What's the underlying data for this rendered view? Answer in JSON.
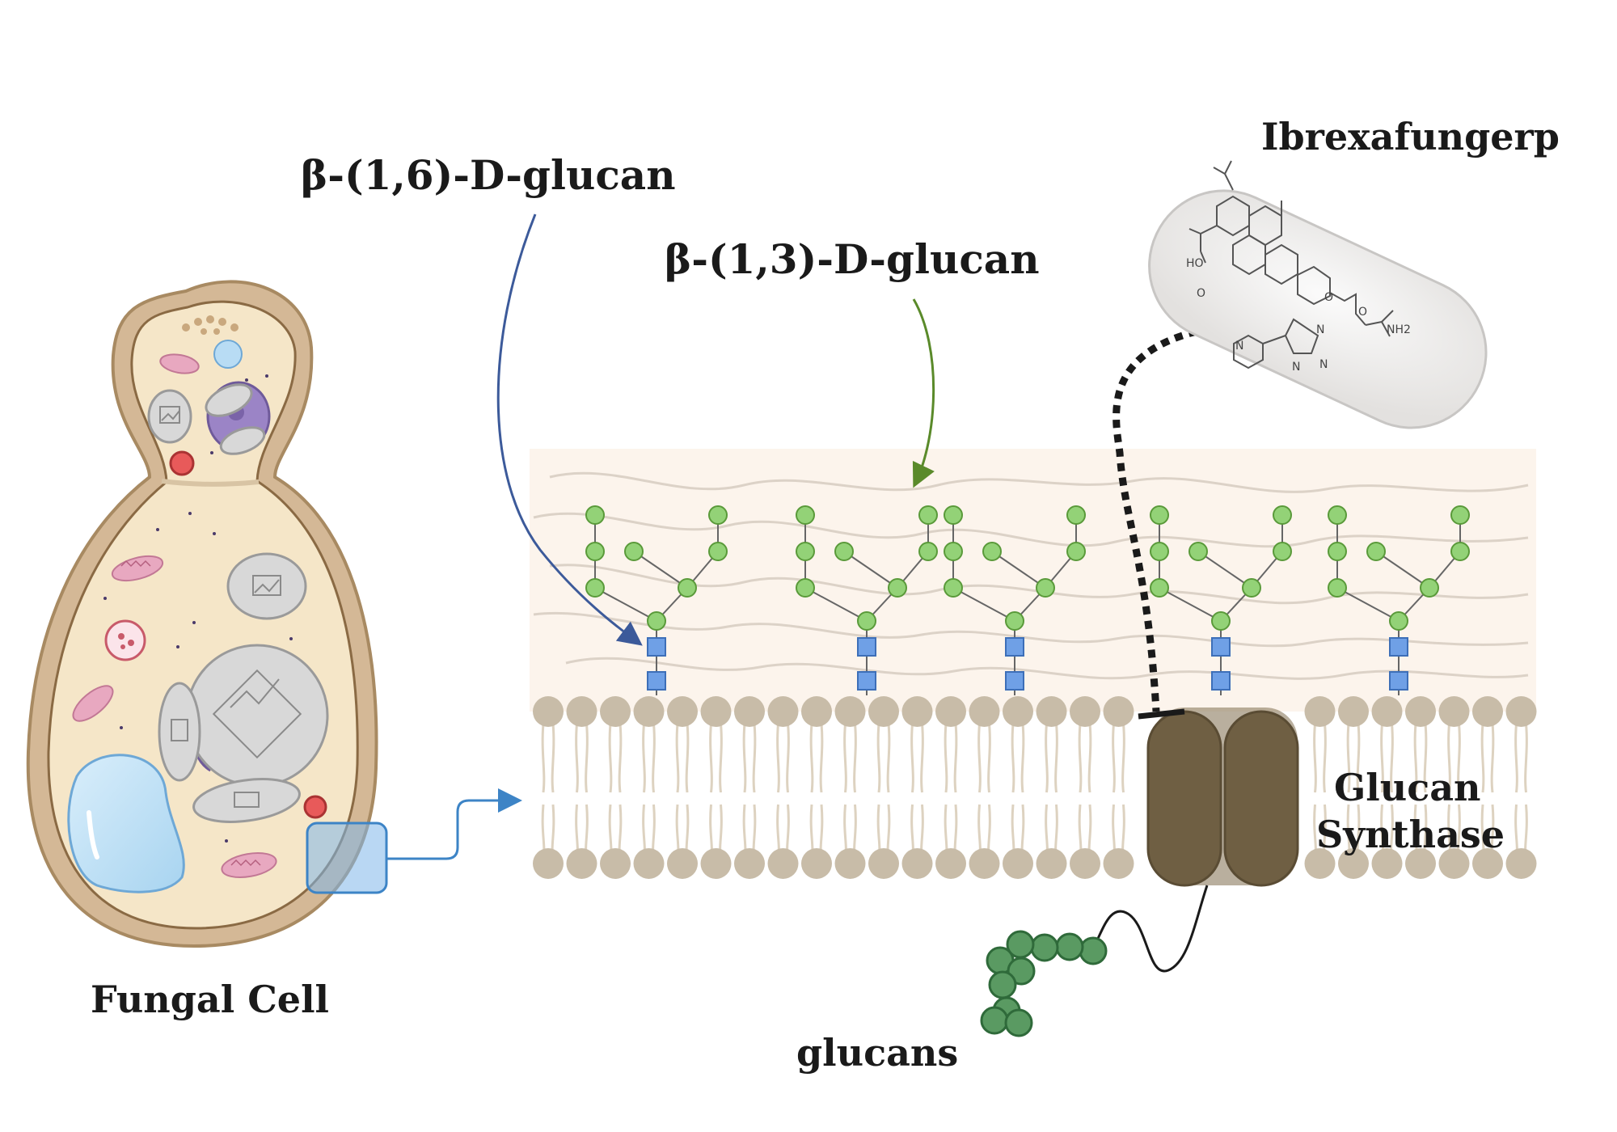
{
  "labels": {
    "beta16": "β-(1,6)-D-glucan",
    "beta13": "β-(1,3)-D-glucan",
    "drug": "Ibrexafungerp",
    "enzyme_line1": "Glucan",
    "enzyme_line2": "Synthase",
    "cell": "Fungal Cell",
    "glucans": "glucans"
  },
  "molecule_atoms": {
    "ho": "HO",
    "o_carbonyl": "O",
    "o_ring": "O",
    "o_ether": "O",
    "nh2": "NH2",
    "n_pyridine": "N",
    "n_triazole_1": "N",
    "n_triazole_2": "N",
    "n_triazole_3": "N"
  },
  "colors": {
    "cell_wall": "#d4b896",
    "cytoplasm": "#f5e6c8",
    "wall_band": "#fcf4ec",
    "lipid_head": "#c8bca8",
    "lipid_tail": "#ddd2c0",
    "enzyme": "#6f5f43",
    "glucose_light": "#93d277",
    "glucose_dark": "#5a9a62",
    "mannose_blue": "#6fa0e6",
    "arrow_blue": "#3c5a9a",
    "arrow_green": "#5a8a2a",
    "vacuole": "#b8dcf4",
    "mito": "#e8a8c0",
    "nucleus": "#9b84c6"
  },
  "icons": [
    "fungal-cell-icon",
    "mitochondrion-icon",
    "vacuole-icon",
    "nucleus-icon",
    "lipid-bilayer-icon",
    "glucan-synthase-icon",
    "drug-capsule-icon",
    "zoom-box-icon"
  ]
}
